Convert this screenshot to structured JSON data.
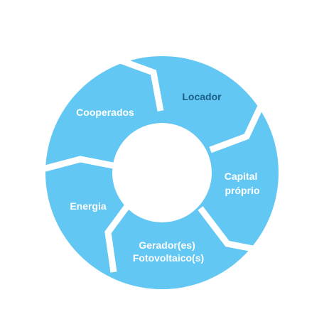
{
  "colors": {
    "segment": "#62c7f2",
    "gap": "#ffffff",
    "label_light": "#ffffff",
    "label_dark": "#1a5e86"
  },
  "segments": [
    {
      "id": "locador",
      "lines": [
        "Locador"
      ],
      "label_color": "label_dark"
    },
    {
      "id": "capital-proprio",
      "lines": [
        "Capital",
        "próprio"
      ],
      "label_color": "label_light"
    },
    {
      "id": "geradores-fotovoltaicos",
      "lines": [
        "Gerador(es)",
        "Fotovoltaico(s)"
      ],
      "label_color": "label_light"
    },
    {
      "id": "energia",
      "lines": [
        "Energia"
      ],
      "label_color": "label_light"
    },
    {
      "id": "cooperados",
      "lines": [
        "Cooperados"
      ],
      "label_color": "label_light"
    }
  ]
}
